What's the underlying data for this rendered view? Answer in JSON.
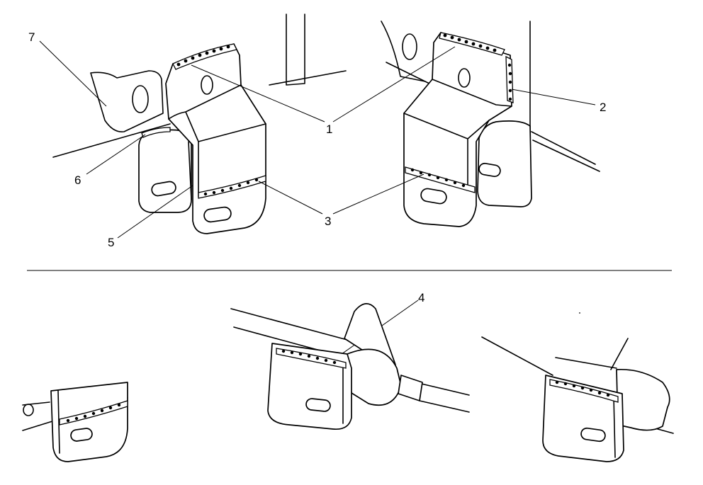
{
  "callouts": [
    {
      "id": "1",
      "text": "1"
    },
    {
      "id": "2",
      "text": "2"
    },
    {
      "id": "3",
      "text": "3"
    },
    {
      "id": "4",
      "text": "4"
    },
    {
      "id": "5",
      "text": "5"
    },
    {
      "id": "6",
      "text": "6"
    },
    {
      "id": "7",
      "text": "7"
    }
  ],
  "colors": {
    "ink": "#000000",
    "paper": "#ffffff"
  }
}
